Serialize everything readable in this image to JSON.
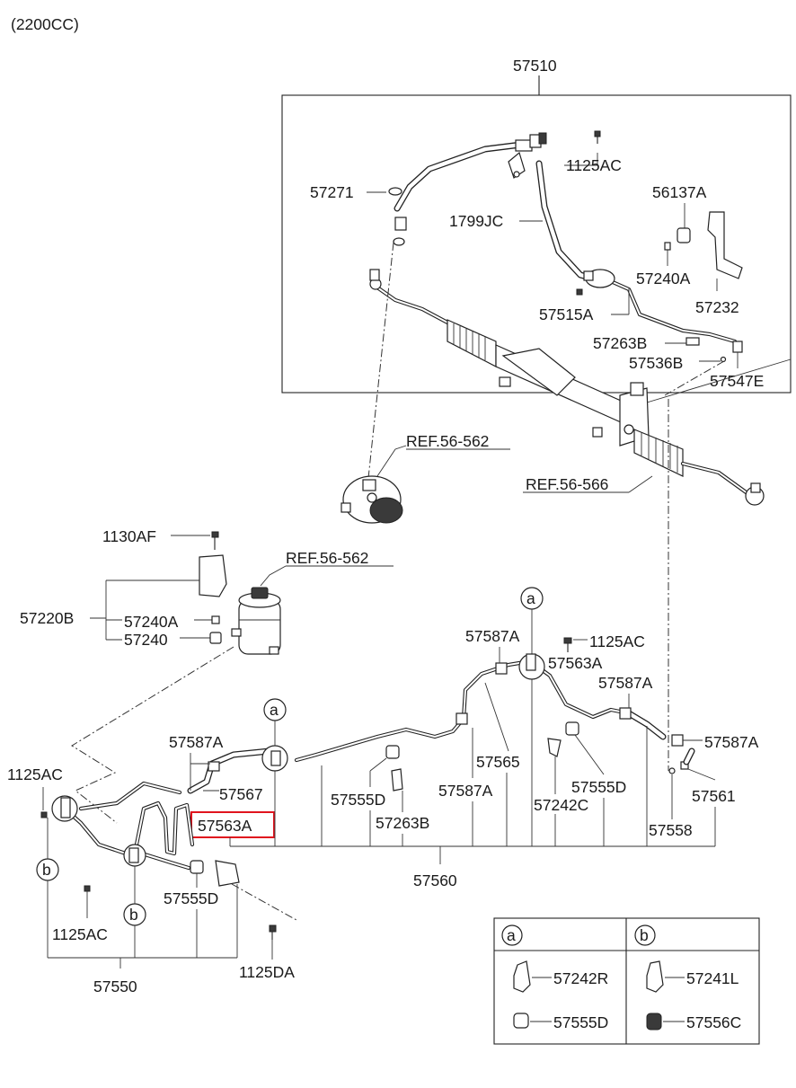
{
  "header": {
    "variant": "(2200CC)"
  },
  "labels": {
    "p57510": "57510",
    "p1125AC_top": "1125AC",
    "p57271": "57271",
    "p56137A": "56137A",
    "p1799JC": "1799JC",
    "p57240A_top": "57240A",
    "p57232": "57232",
    "p57515A": "57515A",
    "p57263B_top": "57263B",
    "p57536B": "57536B",
    "p57547E": "57547E",
    "ref_pump": "REF.56-562",
    "ref_gear": "REF.56-566",
    "p1130AF": "1130AF",
    "ref_reservoir": "REF.56-562",
    "p57220B": "57220B",
    "p57240A_mid": "57240A",
    "p57240": "57240",
    "p57587A_1": "57587A",
    "p1125AC_mid": "1125AC",
    "p57563A_right": "57563A",
    "p57587A_2": "57587A",
    "p57587A_3": "57587A",
    "p57587A_4": "57587A",
    "p57565": "57565",
    "p57555D_1": "57555D",
    "p57567": "57567",
    "p57587A_5": "57587A",
    "p57242C": "57242C",
    "p57561": "57561",
    "p57563A_left": "57563A",
    "p57263B_bot": "57263B",
    "p57558": "57558",
    "p57560": "57560",
    "p1125AC_left": "1125AC",
    "p57555D_bottom": "57555D",
    "p1125AC_low": "1125AC",
    "p1125DA": "1125DA",
    "p57550": "57550",
    "p57555D_2": "57555D"
  },
  "callouts": {
    "a": "a",
    "b": "b"
  },
  "legend": {
    "a": {
      "letter": "a",
      "items": [
        "57242R",
        "57555D"
      ]
    },
    "b": {
      "letter": "b",
      "items": [
        "57241L",
        "57556C"
      ]
    }
  },
  "highlight": {
    "part": "57563A",
    "color": "#e0141e"
  },
  "icons": [
    "bolt-icon",
    "clip-icon",
    "grommet-icon",
    "bracket-icon",
    "pump-icon",
    "reservoir-icon",
    "steering-gear-icon"
  ]
}
